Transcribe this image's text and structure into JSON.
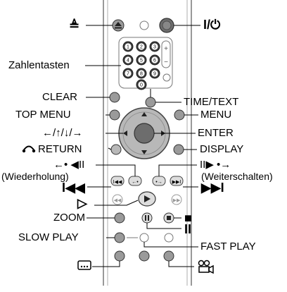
{
  "labels": {
    "eject": "≜",
    "power": "I/⏻",
    "number_buttons": "Zahlentasten",
    "clear": "CLEAR",
    "time_text": "TIME/TEXT",
    "top_menu": "TOP MENU",
    "menu": "MENU",
    "arrows": "←/↑/↓/→",
    "enter": "ENTER",
    "return": "RETURN",
    "display": "DISPLAY",
    "replay_symbol": "←• ◀II",
    "replay_text": "(Wiederholung)",
    "advance_symbol": "II▶ •→",
    "advance_text": "(Weiterschalten)",
    "prev": "I◀◀",
    "next": "▶▶I",
    "play": "▷",
    "zoom": "ZOOM",
    "stop": "■",
    "pause": "II",
    "slow_play": "SLOW PLAY",
    "fast_play": "FAST PLAY",
    "subtitle": "⋯",
    "angle": "angle"
  },
  "keypad": {
    "numbers": [
      "1",
      "2",
      "3",
      "4",
      "5",
      "6",
      "7",
      "8",
      "9",
      "0"
    ],
    "plus": "+",
    "minus": "−"
  },
  "colors": {
    "remote_body": "#ffffff",
    "outline": "#555555",
    "button_dark": "#3a3a3a",
    "button_gray": "#9a9a9a",
    "button_light": "#e6e6e6",
    "dpad": "#b8b8b8",
    "enter": "#6d6d6d",
    "label": "#000000"
  }
}
